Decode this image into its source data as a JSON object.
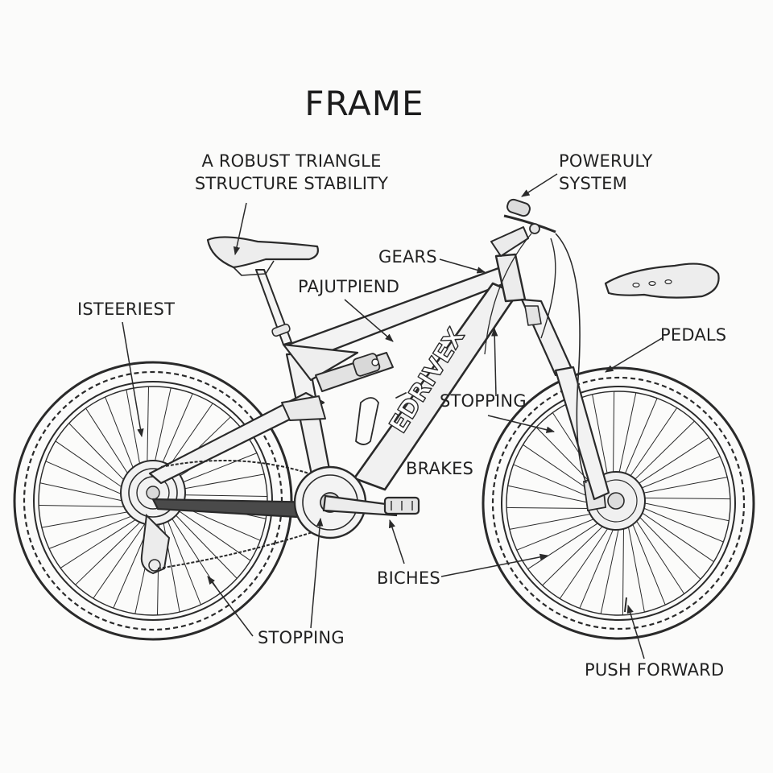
{
  "title": "FRAME",
  "brand": "EDRIVEX",
  "labels": {
    "triangle_line1": "A ROBUST TRIANGLE",
    "triangle_line2": "STRUCTURE STABILITY",
    "powerful_line1": "POWERULY",
    "powerful_line2": "SYSTEM",
    "gears": "GEARS",
    "pajutpiend": "PAJUTPIEND",
    "isteeriest": "ISTEERIEST",
    "pedals": "PEDALS",
    "stopping_front": "STOPPING",
    "brakes": "BRAKES",
    "biches": "BICHES",
    "stopping_rear": "STOPPING",
    "push_forward": "PUSH FORWARD"
  },
  "colors": {
    "ink": "#2a2a2a",
    "paper": "#fbfbfa"
  }
}
